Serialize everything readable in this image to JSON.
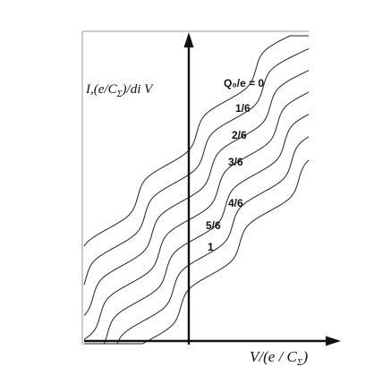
{
  "diagram": {
    "ylabel_main": "I,(e/C",
    "ylabel_sub": "Σ",
    "ylabel_tail": ")/di V",
    "xlabel_main": "V/(e / C",
    "xlabel_sub": "Σ",
    "xlabel_tail": ")",
    "charge_labels": [
      {
        "text": "Q₀/e = 0"
      },
      {
        "text": "1/6"
      },
      {
        "text": "2/6"
      },
      {
        "text": "3/6"
      },
      {
        "text": "4/6"
      },
      {
        "text": "5/6"
      },
      {
        "text": "1"
      }
    ]
  }
}
